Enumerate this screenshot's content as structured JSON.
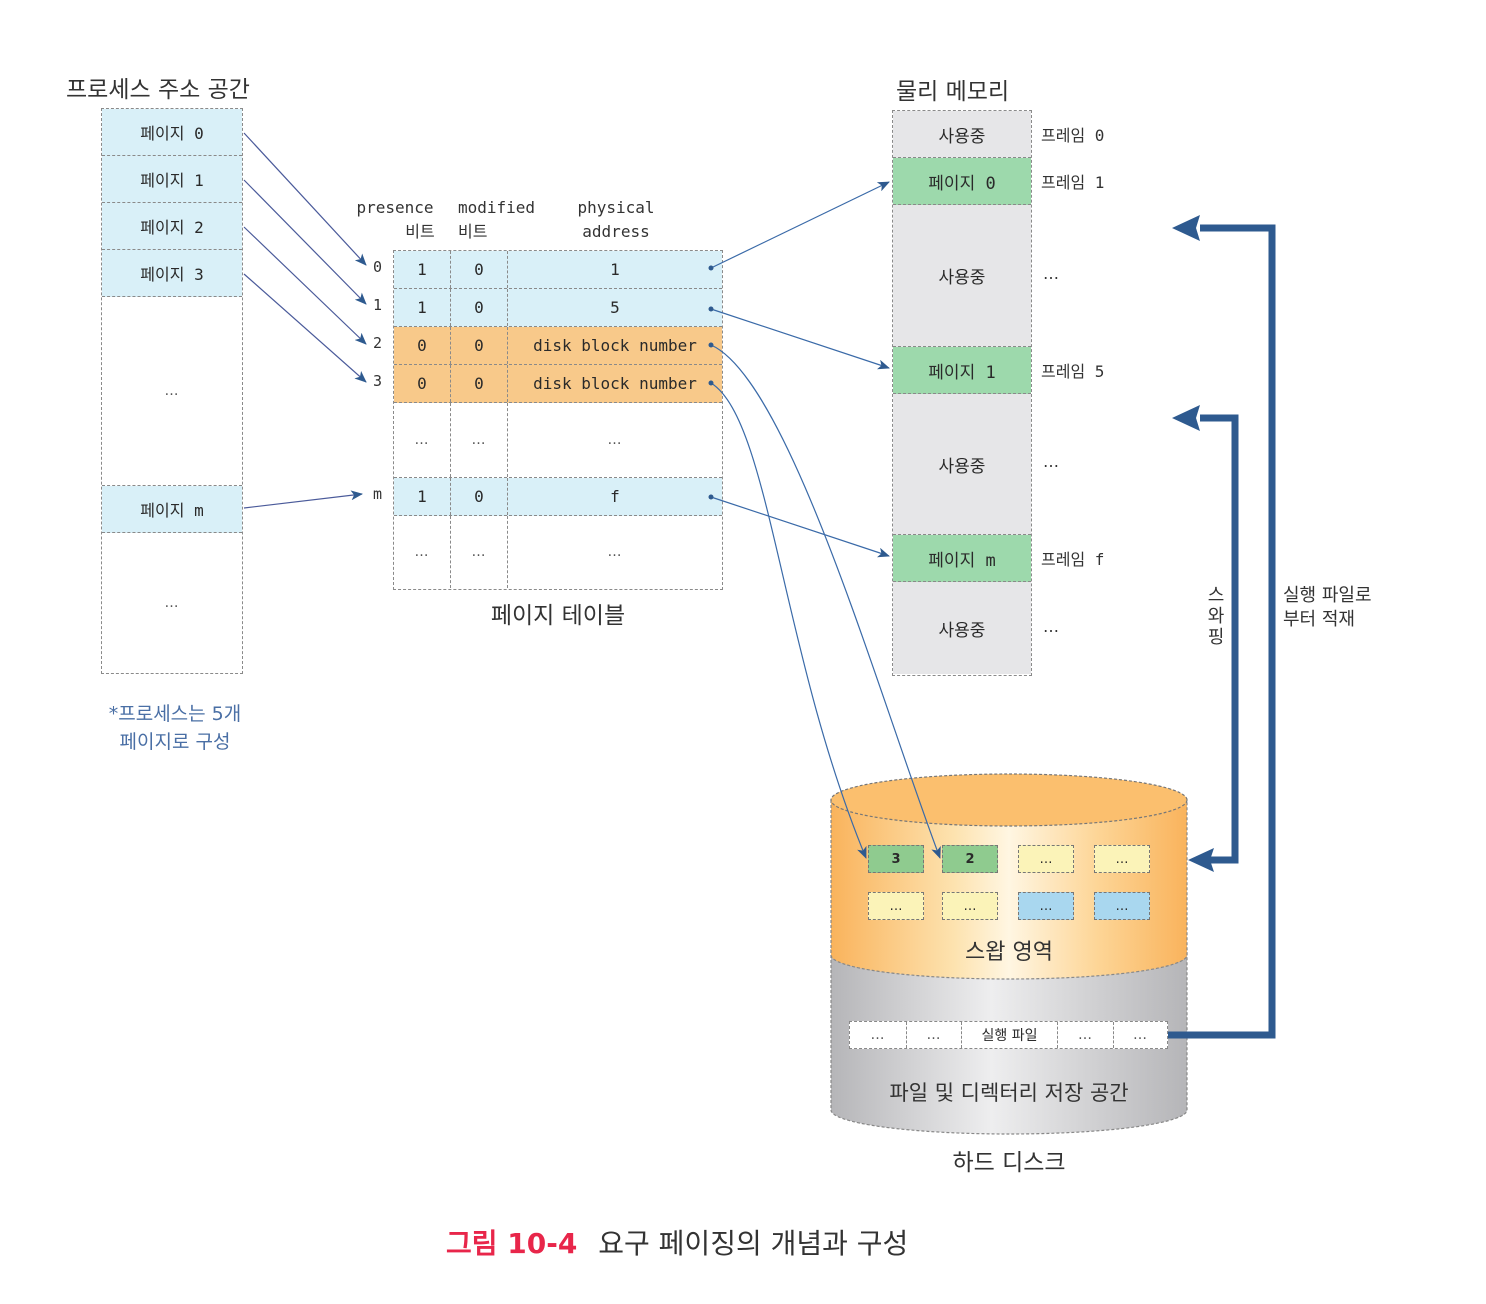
{
  "process_space": {
    "title": "프로세스 주소 공간",
    "pages": [
      "페이지 0",
      "페이지 1",
      "페이지 2",
      "페이지 3"
    ],
    "gap_label": "…",
    "page_m": "페이지 m",
    "tail_label": "…",
    "note_line1": "*프로세스는 5개",
    "note_line2": "페이지로 구성"
  },
  "page_table": {
    "header": {
      "presence_line1": "presence",
      "presence_line2": "비트",
      "modified_line1": "modified",
      "modified_line2": "비트",
      "physical_line1": "physical",
      "physical_line2": "address"
    },
    "rows": [
      {
        "index": "0",
        "presence": "1",
        "modified": "0",
        "address": "1",
        "state": "in-memory"
      },
      {
        "index": "1",
        "presence": "1",
        "modified": "0",
        "address": "5",
        "state": "in-memory"
      },
      {
        "index": "2",
        "presence": "0",
        "modified": "0",
        "address": "disk block number",
        "state": "on-disk"
      },
      {
        "index": "3",
        "presence": "0",
        "modified": "0",
        "address": "disk block number",
        "state": "on-disk"
      },
      {
        "index": "",
        "presence": "…",
        "modified": "…",
        "address": "…",
        "state": "empty"
      },
      {
        "index": "m",
        "presence": "1",
        "modified": "0",
        "address": "f",
        "state": "in-memory"
      },
      {
        "index": "",
        "presence": "…",
        "modified": "…",
        "address": "…",
        "state": "empty"
      }
    ],
    "caption": "페이지 테이블"
  },
  "physical_memory": {
    "title": "물리 메모리",
    "cells": [
      {
        "label": "사용중",
        "frame": "프레임 0",
        "state": "used"
      },
      {
        "label": "페이지 0",
        "frame": "프레임 1",
        "state": "page"
      },
      {
        "label": "사용중",
        "frame": "…",
        "state": "used"
      },
      {
        "label": "페이지 1",
        "frame": "프레임 5",
        "state": "page"
      },
      {
        "label": "사용중",
        "frame": "…",
        "state": "used"
      },
      {
        "label": "페이지 m",
        "frame": "프레임 f",
        "state": "page"
      },
      {
        "label": "사용중",
        "frame": "…",
        "state": "used"
      }
    ]
  },
  "arrows": {
    "swapping_label": [
      "스",
      "와",
      "핑"
    ],
    "load_label_line1": "실행 파일로",
    "load_label_line2": "부터 적재"
  },
  "hard_disk": {
    "swap_area_label": "스왑 영역",
    "swap_blocks_row1": [
      {
        "label": "3",
        "color": "green"
      },
      {
        "label": "2",
        "color": "green"
      },
      {
        "label": "…",
        "color": "yellow"
      },
      {
        "label": "…",
        "color": "yellow"
      }
    ],
    "swap_blocks_row2": [
      {
        "label": "…",
        "color": "yellow"
      },
      {
        "label": "…",
        "color": "yellow"
      },
      {
        "label": "…",
        "color": "blue"
      },
      {
        "label": "…",
        "color": "blue"
      }
    ],
    "file_row": [
      "…",
      "…",
      "실행 파일",
      "…",
      "…"
    ],
    "fs_label": "파일 및 디렉터리 저장 공간",
    "caption": "하드 디스크"
  },
  "figure_caption": {
    "number": "그림 10-4",
    "text": "요구 페이징의 개념과 구성"
  },
  "colors": {
    "accent_red": "#e8264a",
    "arrow_blue": "#2e5a8f",
    "note_blue": "#4a6fa5",
    "page_blue": "#d9f0f8",
    "disk_orange": "#f8c98a",
    "mem_green": "#9dd9ac",
    "mem_gray": "#e6e6e8"
  }
}
